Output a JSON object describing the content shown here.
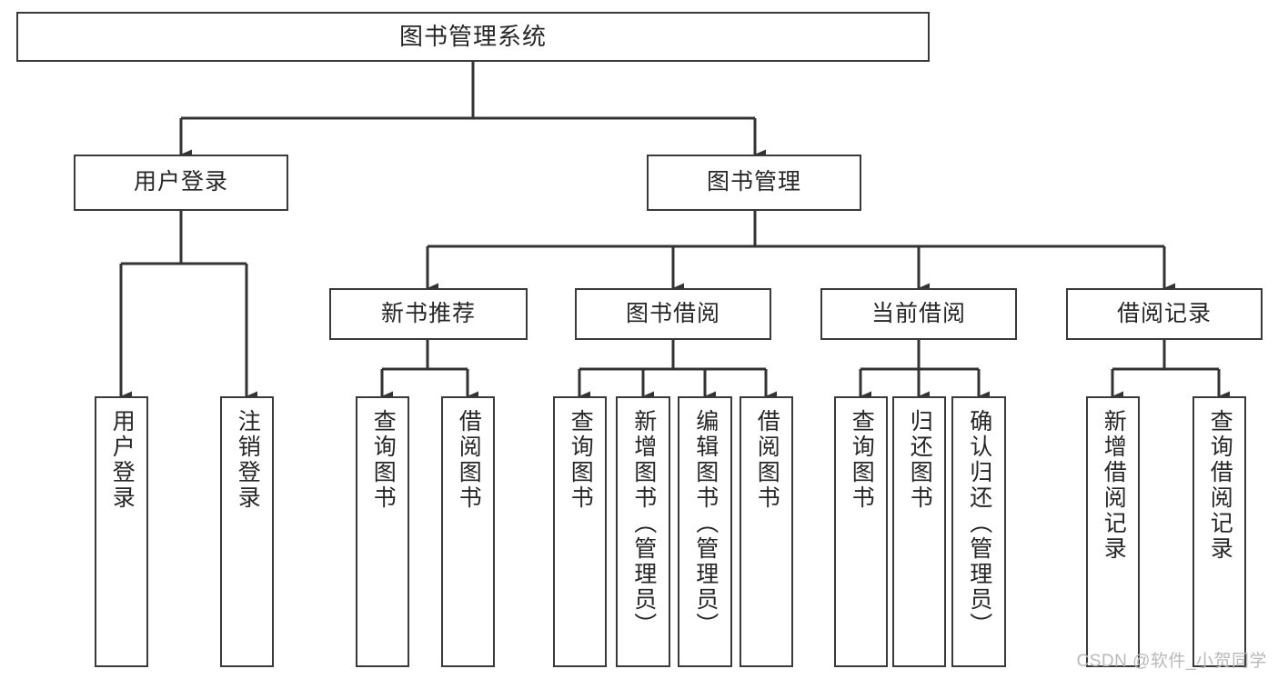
{
  "diagram": {
    "title": "图书管理系统",
    "type": "功能结构图",
    "watermark": "CSDN @软件_小贺同学",
    "colors": {
      "border": "#3a3a3a",
      "background": "#ffffff",
      "text": "#262626",
      "connector": "#333333",
      "watermark": "#b9b9b9"
    },
    "nodes": {
      "root": {
        "label": "图书管理系统",
        "level": 1
      },
      "user_login": {
        "label": "用户登录",
        "level": 2
      },
      "book_manage": {
        "label": "图书管理",
        "level": 2
      },
      "new_book_rec": {
        "label": "新书推荐",
        "level": 3
      },
      "book_borrow": {
        "label": "图书借阅",
        "level": 3
      },
      "current_borrow": {
        "label": "当前借阅",
        "level": 3
      },
      "borrow_record": {
        "label": "借阅记录",
        "level": 3
      },
      "leaf_user_login": {
        "label": "用户登录",
        "level": 4
      },
      "leaf_logout": {
        "label": "注销登录",
        "level": 4
      },
      "leaf_query_book_a": {
        "label": "查询图书",
        "level": 4
      },
      "leaf_borrow_book_a": {
        "label": "借阅图书",
        "level": 4
      },
      "leaf_query_book_b": {
        "label": "查询图书",
        "level": 4
      },
      "leaf_add_book": {
        "label": "新增图书（管理员）",
        "level": 4
      },
      "leaf_edit_book": {
        "label": "编辑图书（管理员）",
        "level": 4
      },
      "leaf_borrow_book_b": {
        "label": "借阅图书",
        "level": 4
      },
      "leaf_query_book_c": {
        "label": "查询图书",
        "level": 4
      },
      "leaf_return_book": {
        "label": "归还图书",
        "level": 4
      },
      "leaf_confirm_return": {
        "label": "确认归还（管理员）",
        "level": 4
      },
      "leaf_add_record": {
        "label": "新增借阅记录",
        "level": 4
      },
      "leaf_query_record": {
        "label": "查询借阅记录",
        "level": 4
      }
    }
  }
}
